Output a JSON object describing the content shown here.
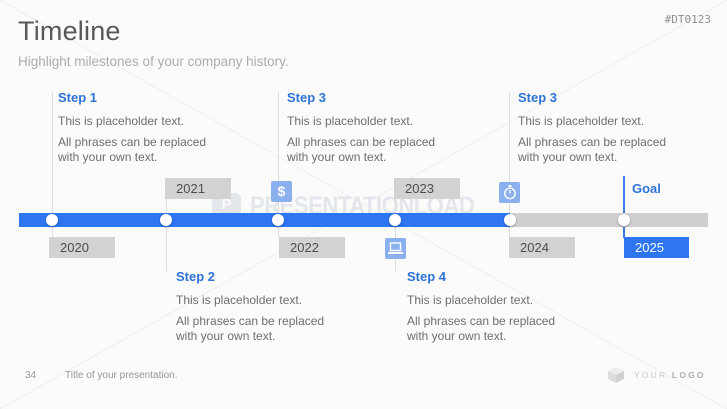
{
  "header": {
    "title": "Timeline",
    "subtitle": "Highlight milestones of your company history.",
    "code": "#DT0123"
  },
  "steps": [
    {
      "label": "Step 1",
      "lines": [
        "This is placeholder text.",
        "All phrases can be replaced",
        "with your own text."
      ]
    },
    {
      "label": "Step 2",
      "lines": [
        "This is placeholder text.",
        "All phrases can be replaced",
        "with your own text."
      ]
    },
    {
      "label": "Step 3",
      "lines": [
        "This is placeholder text.",
        "All phrases can be replaced",
        "with your own text."
      ]
    },
    {
      "label": "Step 4",
      "lines": [
        "This is placeholder text.",
        "All phrases can be replaced",
        "with your own text."
      ]
    },
    {
      "label": "Step 3",
      "lines": [
        "This is placeholder text.",
        "All phrases can be replaced",
        "with your own text."
      ]
    }
  ],
  "goal_label": "Goal",
  "timeline": {
    "years": [
      "2020",
      "2021",
      "2022",
      "2023",
      "2024",
      "2025"
    ]
  },
  "icons": {
    "dollar": "$"
  },
  "watermark": {
    "logo_letter": "P",
    "text": "PRESENTATIONLOAD"
  },
  "footer": {
    "page_number": "34",
    "presentation_title": "Title of your presentation.",
    "logo_text_light": "YOUR",
    "logo_text_bold": "LOGO"
  },
  "colors": {
    "accent_blue": "#2e75f2",
    "text_blue": "#2e73d8",
    "icon_blue": "#8bb0ee",
    "bar_gray": "#cfcfcf",
    "box_gray": "#d2d2d2"
  }
}
